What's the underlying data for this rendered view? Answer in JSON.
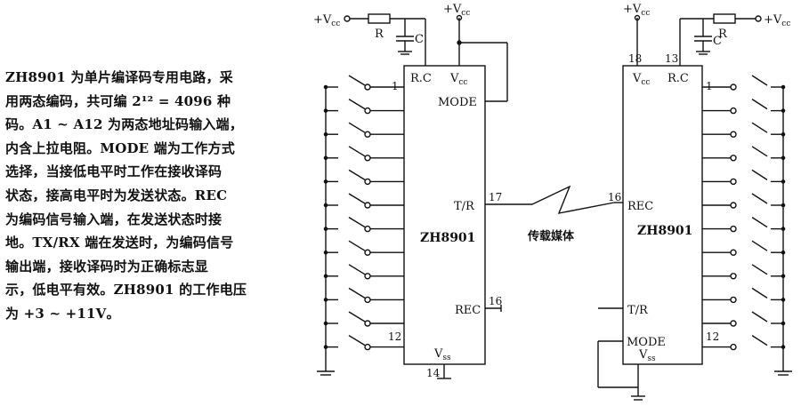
{
  "description": {
    "lines": [
      "ZH8901 为单片编译码专用电路，采",
      "用两态编码，共可编 2¹² = 4096 种",
      "码。A1 ~ A12 为两态地址码输入端，",
      "内含上拉电阻。MODE 端为工作方式",
      "选择，当接低电平时工作在接收译码",
      "状态，接高电平时为发送状态。REC",
      "为编码信号输入端，在发送状态时接",
      "地。TX/RX 端在发送时，为编码信号",
      "输出端，接收译码时为正确标志显",
      "示，低电平有效。ZH8901 的工作电压",
      "为 +3 ~ +11V。"
    ]
  },
  "left_chip": {
    "name": "ZH8901",
    "rc_label": "R.C",
    "vcc_label": "V",
    "vcc_sub": "cc",
    "mode_label": "MODE",
    "tr_label": "T/R",
    "rec_label": "REC",
    "vss_label": "V",
    "vss_sub": "ss",
    "pin_1": "1",
    "pin_12": "12",
    "pin_17": "17",
    "pin_16": "16",
    "pin_14": "14"
  },
  "right_chip": {
    "name": "ZH8901",
    "rc_label": "R.C",
    "vcc_label": "V",
    "vcc_sub": "cc",
    "rec_label": "REC",
    "tr_label": "T/R",
    "mode_label": "MODE",
    "vss_label": "V",
    "vss_sub": "ss",
    "pin_18": "18",
    "pin_13": "13",
    "pin_1": "1",
    "pin_16": "16",
    "pin_12": "12"
  },
  "supply": {
    "plus_vcc": "+V",
    "vcc_sub": "cc",
    "r_label": "R",
    "c_label": "C"
  },
  "medium_label": "传载媒体"
}
